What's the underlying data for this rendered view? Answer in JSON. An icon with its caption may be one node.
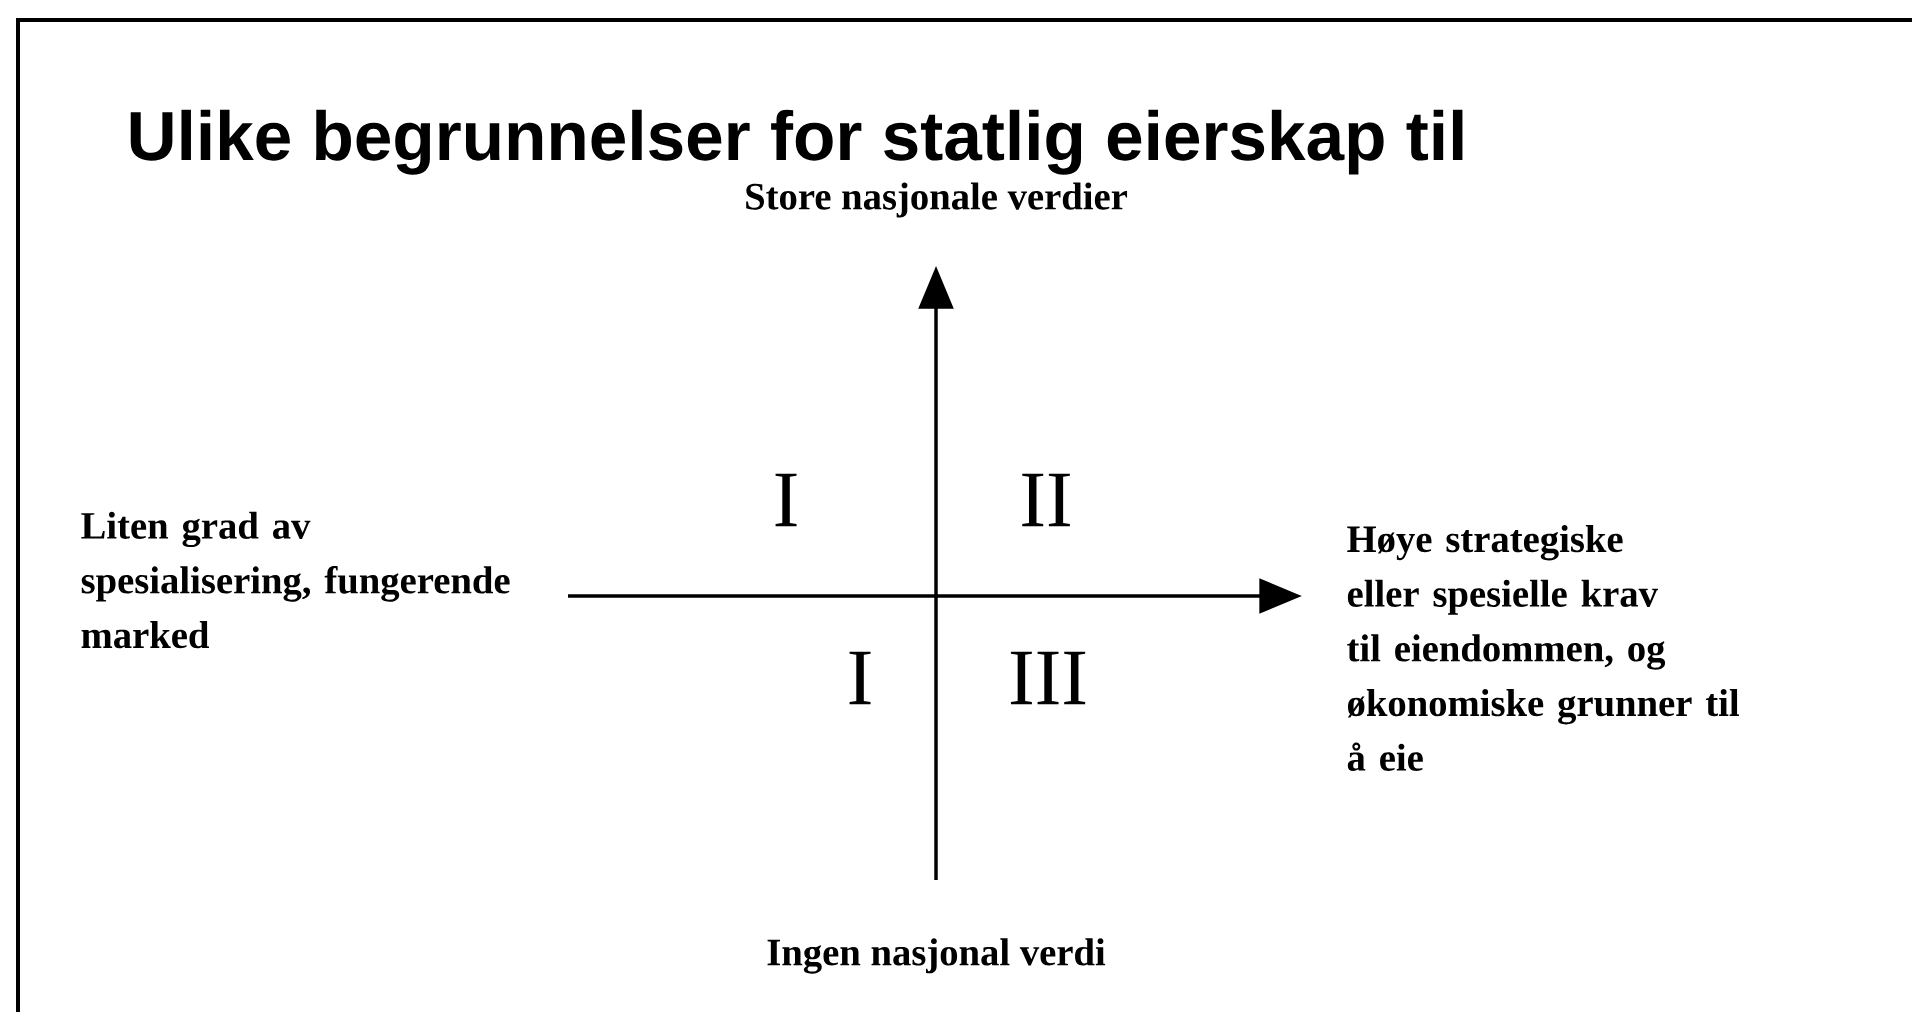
{
  "diagram": {
    "title": "Ulike begrunnelser for statlig eierskap til",
    "labels": [
      "Store nasjonale verdier",
      "I",
      "II",
      "Liten grad av spesialisering, fungerende marked",
      "Høye strategiske eller spesielle krav til eiendommen, og økonomiske grunner til å eie",
      "I",
      "III",
      "Ingen nasjonal verdi"
    ]
  }
}
